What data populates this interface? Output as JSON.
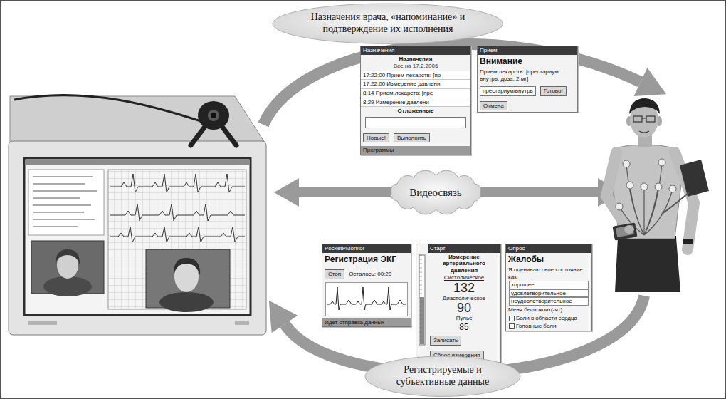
{
  "diagram": {
    "nodes": [
      {
        "text": [
          "Назначения врача, «напоминание» и подтверждение их исполнения"
        ]
      },
      {
        "text": [
          "Назначения",
          "Назначения",
          "Все на 17.2.2006",
          "17:22:00 Прием лекарств: [пр",
          "17:22:00 Измерение давлени",
          "8:14 Прием лекарств: [пре",
          "8:29 Измерение давлени",
          "Отложенные",
          "Новые!",
          "Выполнить",
          "Программы"
        ]
      },
      {
        "text": [
          "Прием",
          "Внимание",
          "Прием лекарств: [престариум внутрь, доза: 2 мг]",
          "престариум/внутрь",
          "Готово!",
          "Отмена"
        ]
      },
      {
        "text": [
          "Видеосвязь"
        ]
      },
      {
        "text": [
          "PocketPMonitor",
          "Регистрация ЭКГ",
          "Стоп",
          "Осталось: 00:20",
          "Идет отправка данных"
        ]
      },
      {
        "text": [
          "Старт",
          "Измерение артериального давления",
          "Систолическое",
          "132",
          "Диастолическое",
          "90",
          "Пульс",
          "85",
          "Записать",
          "Сброс измерения"
        ]
      },
      {
        "text": [
          "Опрос",
          "Жалобы",
          "Я оцениваю свое состояние как:",
          "хорошее",
          "удовлетворительное",
          "неудовлетворительное",
          "Меня беспокоит(-ят):",
          "Боли в области сердца",
          "Головные боли"
        ]
      },
      {
        "text": [
          "Регистрируемые и субъективные данные"
        ]
      }
    ]
  }
}
